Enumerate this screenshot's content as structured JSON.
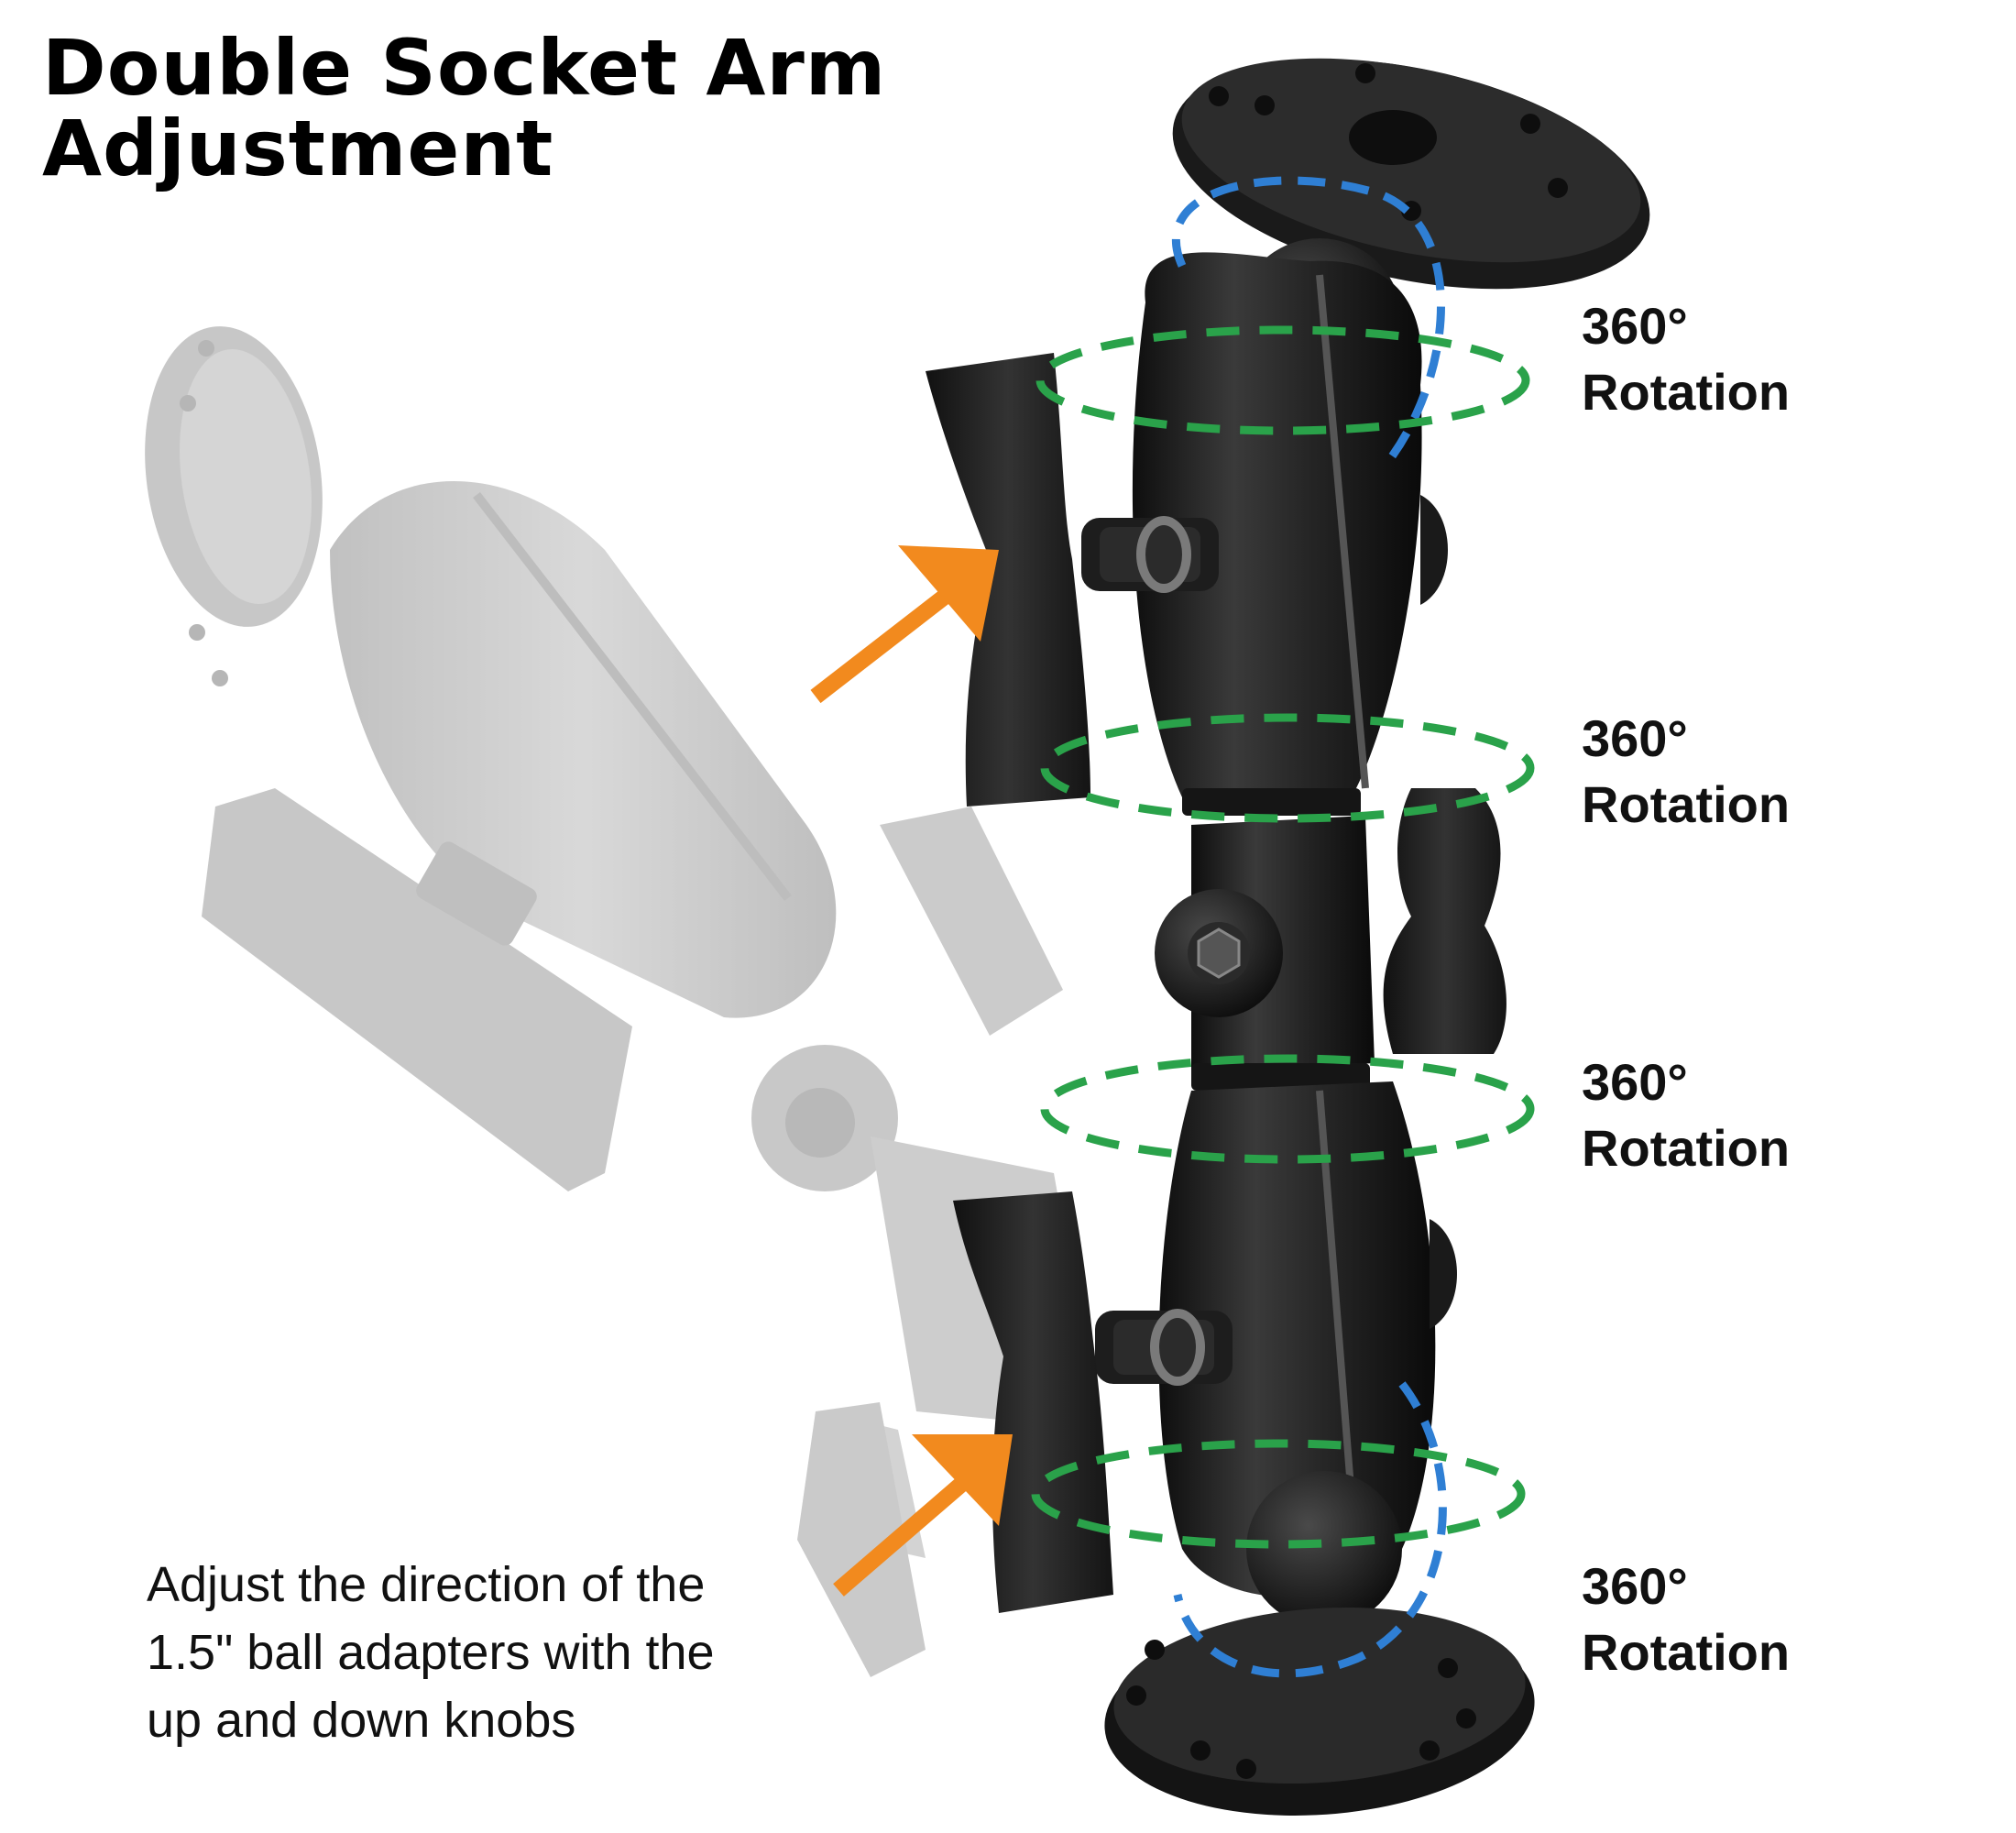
{
  "title": {
    "line1": "Double Socket Arm",
    "line2": "Adjustment"
  },
  "rotation_labels": [
    {
      "line1": "360°",
      "line2": "Rotation"
    },
    {
      "line1": "360°",
      "line2": "Rotation"
    },
    {
      "line1": "360°",
      "line2": "Rotation"
    },
    {
      "line1": "360°",
      "line2": "Rotation"
    }
  ],
  "caption": {
    "line1": "Adjust the direction of the",
    "line2": "1.5\" ball adapters with the",
    "line3": "up and down knobs"
  },
  "colors": {
    "arrow": "#f28a1e",
    "green_ring": "#2aa24a",
    "blue_ring": "#2f7fd4",
    "metal_dark": "#1c1c1c",
    "metal_ghost": "#a9a9a9"
  },
  "icons": {
    "arrow_upper": "orange-arrow-icon",
    "arrow_lower": "orange-arrow-icon"
  }
}
